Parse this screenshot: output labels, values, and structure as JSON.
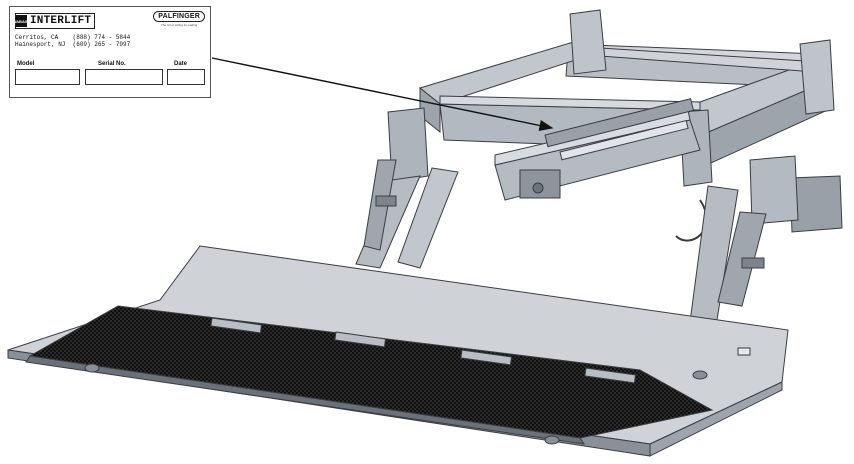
{
  "plate": {
    "brand_mark": "WABASH",
    "brand_name": "INTERLIFT",
    "partner_name": "PALFINGER",
    "partner_tagline": "The Art of Lifting & Loading",
    "locations": [
      {
        "city": "Cerritos, CA",
        "phone": "(888) 774 - 5844"
      },
      {
        "city": "Hainesport, NJ",
        "phone": "(609) 265 - 7997"
      }
    ],
    "fields": [
      "Model",
      "Serial No.",
      "Date"
    ]
  },
  "colors": {
    "metal_light": "#c7ccd2",
    "metal_mid": "#a9afb7",
    "metal_dark": "#7d848d",
    "edge": "#3a3d42",
    "grip": "#1c1c1c"
  }
}
